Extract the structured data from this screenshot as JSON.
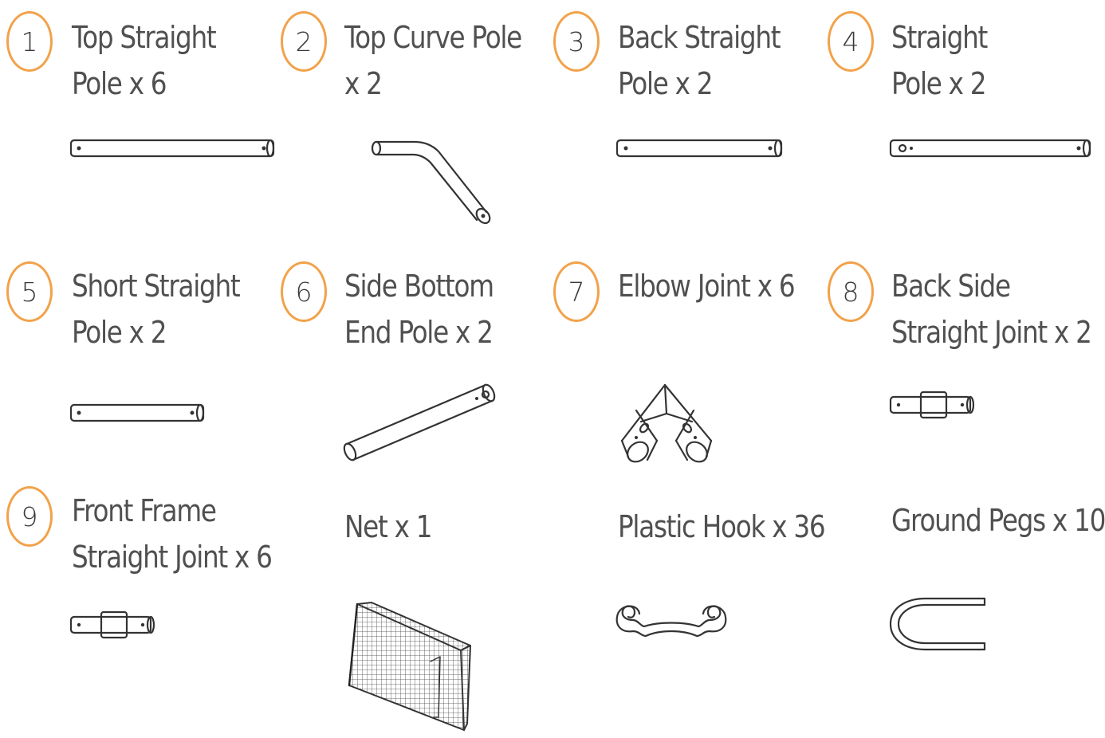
{
  "accent_color": "#f2a24a",
  "parts": [
    {
      "number": "1",
      "line1": "Top Straight",
      "line2": "Pole x 6",
      "icon": "straight-pole-icon"
    },
    {
      "number": "2",
      "line1": "Top Curve Pole",
      "line2": "x 2",
      "icon": "curved-pole-icon"
    },
    {
      "number": "3",
      "line1": "Back Straight",
      "line2": "Pole x 2",
      "icon": "straight-pole-icon"
    },
    {
      "number": "4",
      "line1": "Straight",
      "line2": "Pole x 2",
      "icon": "straight-pole-icon"
    },
    {
      "number": "5",
      "line1": "Short Straight",
      "line2": "Pole x 2",
      "icon": "short-pole-icon"
    },
    {
      "number": "6",
      "line1": "Side Bottom",
      "line2": "End Pole x 2",
      "icon": "diagonal-pole-icon"
    },
    {
      "number": "7",
      "line1": "Elbow Joint x 6",
      "line2": "",
      "icon": "elbow-joint-icon"
    },
    {
      "number": "8",
      "line1": "Back Side",
      "line2": "Straight Joint x 2",
      "icon": "straight-joint-icon"
    },
    {
      "number": "9",
      "line1": "Front Frame",
      "line2": "Straight Joint x 6",
      "icon": "straight-joint-icon"
    },
    {
      "number": "",
      "line1": "Net x 1",
      "line2": "",
      "icon": "net-icon"
    },
    {
      "number": "",
      "line1": "Plastic Hook x 36",
      "line2": "",
      "icon": "plastic-hook-icon"
    },
    {
      "number": "",
      "line1": "Ground Pegs x 10",
      "line2": "",
      "icon": "ground-peg-icon"
    }
  ]
}
